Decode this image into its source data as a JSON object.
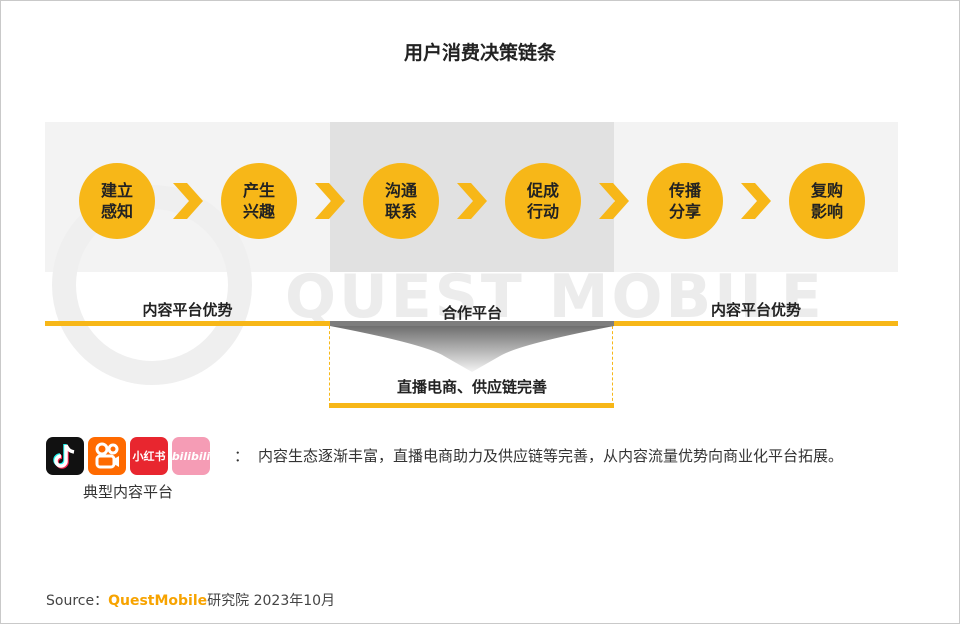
{
  "title": "用户消费决策链条",
  "steps": [
    {
      "line1": "建立",
      "line2": "感知"
    },
    {
      "line1": "产生",
      "line2": "兴趣"
    },
    {
      "line1": "沟通",
      "line2": "联系"
    },
    {
      "line1": "促成",
      "line2": "行动"
    },
    {
      "line1": "传播",
      "line2": "分享"
    },
    {
      "line1": "复购",
      "line2": "影响"
    }
  ],
  "segments": {
    "left": "内容平台优势",
    "middle": "合作平台",
    "right": "内容平台优势"
  },
  "funnel_label": "直播电商、供应链完善",
  "platforms": {
    "xiaohongshu_text": "小红书",
    "bilibili_text": "bilibili",
    "caption": "典型内容平台"
  },
  "colon": "：",
  "description": "内容生态逐渐丰富，直播电商助力及供应链等完善，从内容流量优势向商业化平台拓展。",
  "source": {
    "prefix": "Source：",
    "brand": "QuestMobile",
    "suffix": "研究院 2023年10月"
  },
  "watermark": "QUEST MOBILE",
  "colors": {
    "accent": "#f7b718",
    "band_light": "#f3f3f3",
    "band_mid": "#e1e1e1",
    "gray_line": "#7d7d7d"
  }
}
